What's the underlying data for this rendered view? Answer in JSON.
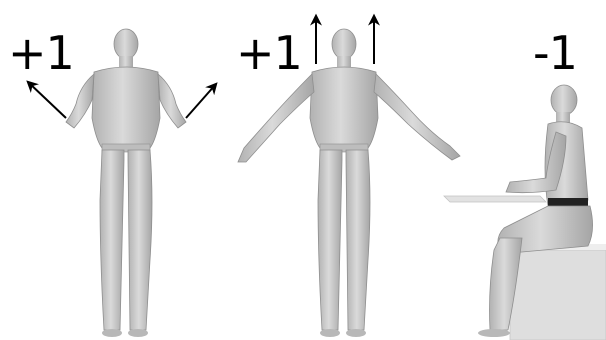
{
  "figures": [
    {
      "pose": "arms-bent-outward",
      "score": "+1",
      "arrows": "diagonal-up-outward"
    },
    {
      "pose": "arms-extended-sideways",
      "score": "+1",
      "arrows": "vertical-up"
    },
    {
      "pose": "seated-at-table",
      "score": "-1",
      "arrows": "none"
    }
  ],
  "colors": {
    "figure_fill": "#c8c8c8",
    "figure_shade": "#a7a7a7",
    "arrow": "#000000",
    "text": "#000000",
    "table": "#dcdcdc"
  }
}
